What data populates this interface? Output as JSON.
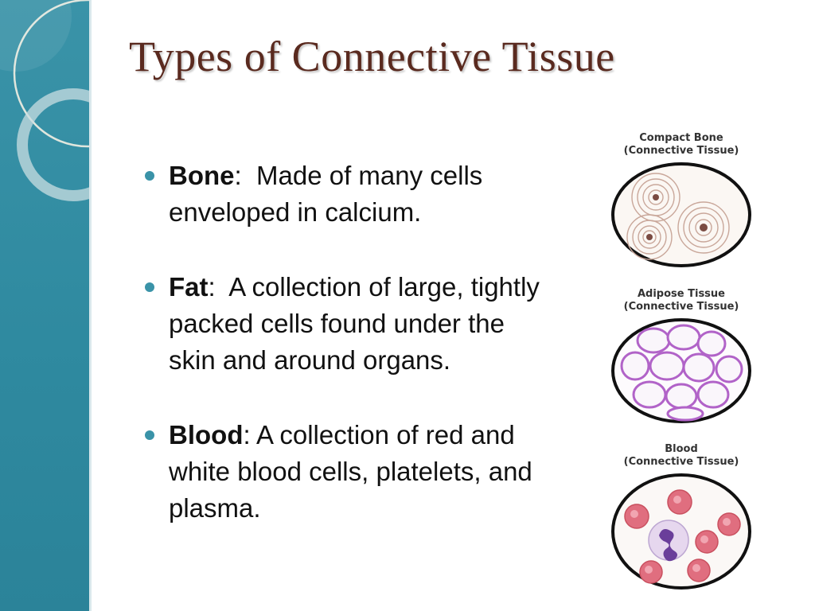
{
  "slide": {
    "title": "Types of Connective Tissue",
    "accent_color": "#3a93a8",
    "title_color": "#5a2a1f"
  },
  "bullets": [
    {
      "term": "Bone",
      "separator": ":  ",
      "text": "Made of many cells enveloped in calcium."
    },
    {
      "term": "Fat",
      "separator": ":  ",
      "text": "A collection of large, tightly packed cells found under the skin and around organs."
    },
    {
      "term": "Blood",
      "separator": ": ",
      "text": "A collection of red and white blood cells, platelets, and plasma."
    }
  ],
  "figures": [
    {
      "caption_line1": "Compact Bone",
      "caption_line2": "(Connective Tissue)"
    },
    {
      "caption_line1": "Adipose Tissue",
      "caption_line2": "(Connective Tissue)"
    },
    {
      "caption_line1": "Blood",
      "caption_line2": "(Connective Tissue)"
    }
  ]
}
